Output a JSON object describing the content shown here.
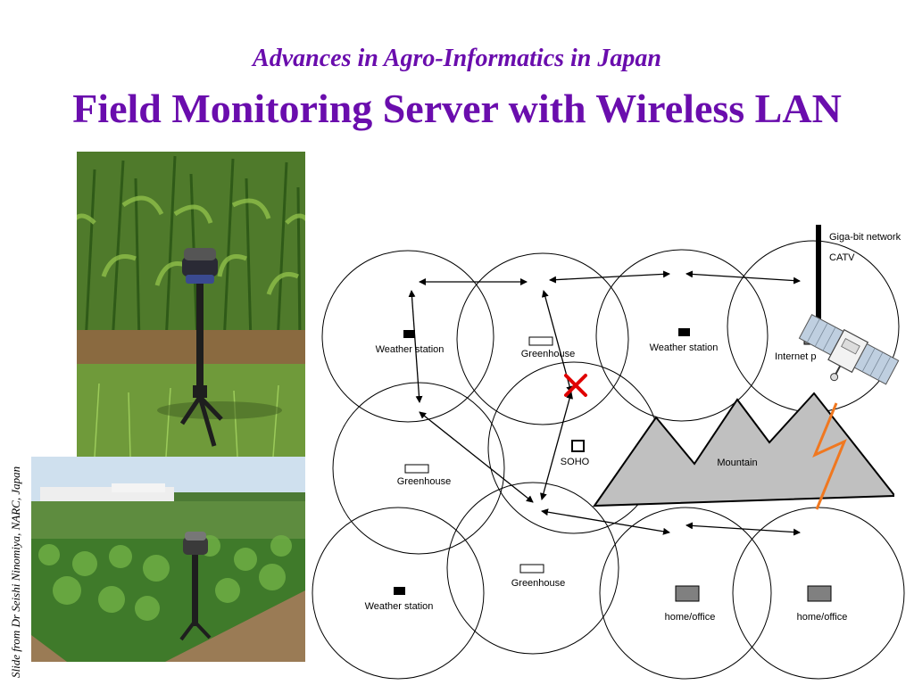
{
  "header": {
    "subtitle": "Advances in Agro-Informatics in Japan",
    "title": "Field Monitoring Server with Wireless LAN"
  },
  "credit": "Slide from Dr Seishi Ninomiya, NARC, Japan",
  "diagram": {
    "nodes": {
      "weather_station_1": "Weather station",
      "greenhouse_1": "Greenhouse",
      "weather_station_2": "Weather station",
      "internet_provider": "Internet p",
      "greenhouse_2": "Greenhouse",
      "soho": "SOHO",
      "weather_station_3": "Weather station",
      "greenhouse_3": "Greenhouse",
      "home_office_1": "home/office",
      "home_office_2": "home/office"
    },
    "tower_labels": [
      "Giga-bit network",
      "CATV"
    ],
    "mountain": "Mountain"
  },
  "colors": {
    "title": "#6a0dad",
    "mountain": "#c0c0c0",
    "blocked_link": "#e00000",
    "wireless_bolt": "#f07820"
  }
}
